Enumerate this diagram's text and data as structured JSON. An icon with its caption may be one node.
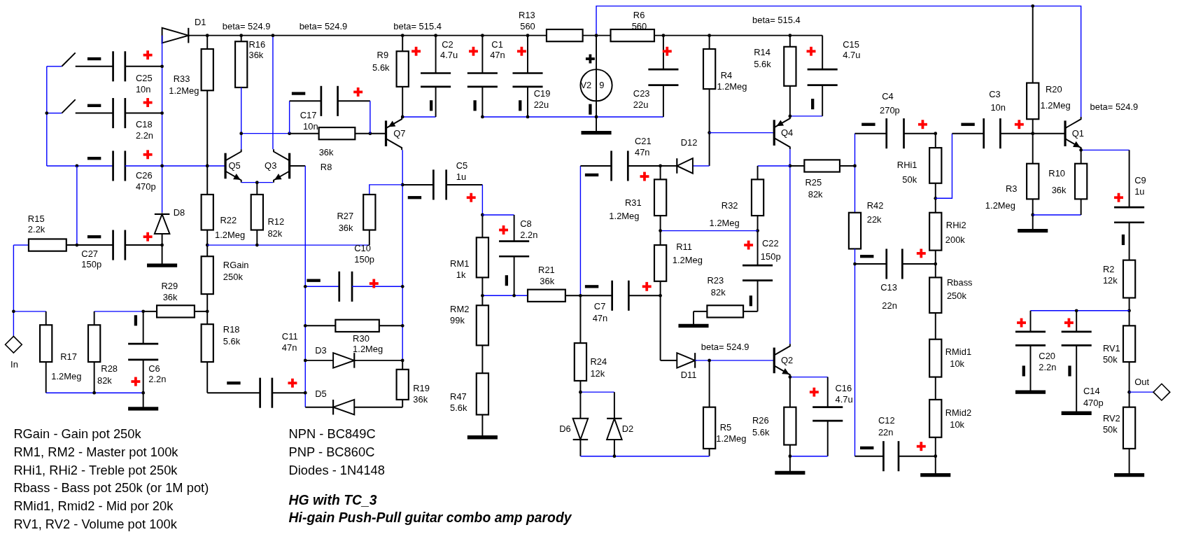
{
  "diagram": {
    "title": "HG with TC_3",
    "caption": "Hi-gain Push-Pull guitar combo amp parody",
    "labels": [
      "D1",
      "beta= 524.9",
      "beta= 524.9",
      "beta= 515.4",
      "R13",
      "560",
      "R6",
      "560",
      "beta= 515.4",
      "R16",
      "C2",
      "C1",
      "36k",
      "R9",
      "4.7u",
      "47n",
      "5.6k",
      "R14",
      "5.6k",
      "C15",
      "4.7u",
      "C25",
      "10n",
      "R33",
      "1.2Meg",
      "V2",
      "9",
      "C19",
      "22u",
      "C23",
      "22u",
      "R4",
      "1.2Meg",
      "R20",
      "1.2Meg",
      "C17",
      "10n",
      "C4",
      "270p",
      "C3",
      "10n",
      "beta= 524.9",
      "C18",
      "2.2n",
      "Q7",
      "C21",
      "47n",
      "D12",
      "Q4",
      "Q1",
      "36k",
      "Q5",
      "Q3",
      "R8",
      "C5",
      "1u",
      "RHi1",
      "50k",
      "C26",
      "470p",
      "R10",
      "36k",
      "C9",
      "1u",
      "R25",
      "82k",
      "R3",
      "R42",
      "1.2Meg",
      "22k",
      "R31",
      "1.2Meg",
      "R32",
      "1.2Meg",
      "R15",
      "2.2k",
      "D8",
      "R27",
      "36k",
      "C8",
      "2.2n",
      "R22",
      "1.2Meg",
      "R12",
      "82k",
      "C27",
      "150p",
      "RHi2",
      "200k",
      "C22",
      "150p",
      "R11",
      "1.2Meg",
      "C10",
      "150p",
      "RM1",
      "1k",
      "RGain",
      "250k",
      "R21",
      "36k",
      "R2",
      "12k",
      "R29",
      "36k",
      "R23",
      "82k",
      "C13",
      "22n",
      "Rbass",
      "250k",
      "C7",
      "47n",
      "RM2",
      "99k",
      "R18",
      "5.6k",
      "C11",
      "47n",
      "D3",
      "R30",
      "1.2Meg",
      "beta= 524.9",
      "Q2",
      "RMid1",
      "10k",
      "C20",
      "2.2n",
      "RV1",
      "50k",
      "R17",
      "R24",
      "12k",
      "D11",
      "R28",
      "C6",
      "In",
      "1.2Meg",
      "82k",
      "2.2n",
      "C16",
      "4.7u",
      "R19",
      "36k",
      "Out",
      "C14",
      "470p",
      "D5",
      "R47",
      "5.6k",
      "D6",
      "D2",
      "R5",
      "R26",
      "1.2Meg",
      "5.6k",
      "RMid2",
      "10k",
      "C12",
      "22n",
      "RV2",
      "50k",
      "RGain - Gain pot 250k",
      "NPN - BC849C",
      "RM1, RM2 - Master pot 100k",
      "PNP - BC860C",
      "RHi1, RHi2 - Treble pot 250k",
      "Diodes - 1N4148",
      "Rbass - Bass pot 250k (or 1M pot)",
      "RMid1, Rmid2 - Mid por 20k",
      "RV1, RV2 - Volume pot 100k"
    ]
  }
}
